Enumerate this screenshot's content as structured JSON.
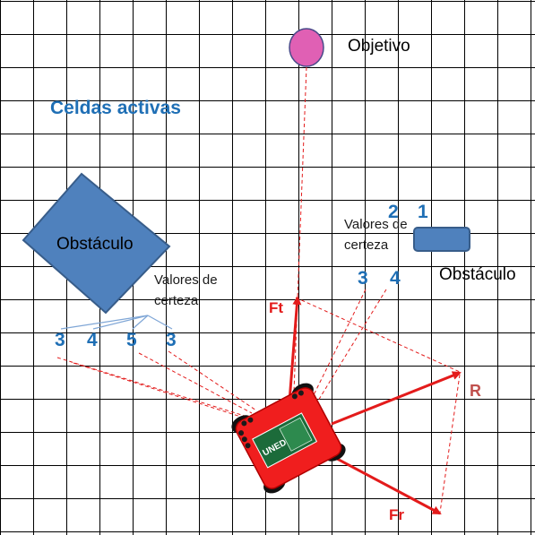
{
  "labels": {
    "active_cells": "Celdas activas",
    "goal": "Objetivo",
    "obstacle_left": "Obstáculo",
    "obstacle_right": "Obstáculo",
    "certainty_left_line1": "Valores de",
    "certainty_left_line2": "certeza",
    "certainty_right_line1": "Valores de",
    "certainty_right_line2": "certeza",
    "ft": "Ft",
    "fr": "Fr",
    "r": "R",
    "robot_logo": "UNED"
  },
  "certainty_values_left": [
    "3",
    "4",
    "5",
    "3"
  ],
  "certainty_values_right_top": [
    "2",
    "1"
  ],
  "certainty_values_right_bottom": [
    "3",
    "4"
  ],
  "colors": {
    "grid": "#000000",
    "obstacle": "#4f81bd",
    "obstacle_border": "#385d8a",
    "goal": "#e060b4",
    "force": "#e31b1b",
    "robot": "#f01e1e",
    "label_blue": "#1f6fb5"
  }
}
